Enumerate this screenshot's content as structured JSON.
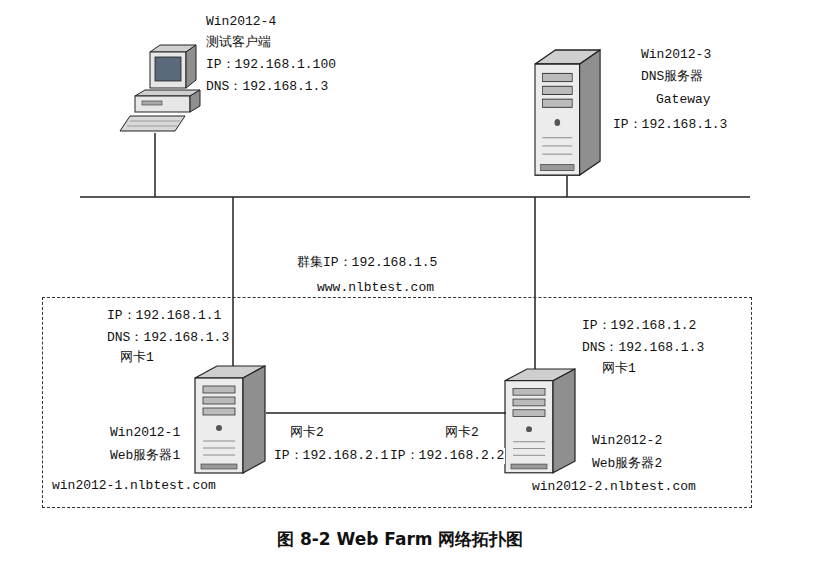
{
  "diagram": {
    "caption": "图 8-2 Web Farm 网络拓扑图",
    "nodes": [
      {
        "text": [
          "Win2012-4",
          "测试客户端",
          "IP：192.168.1.100",
          "DNS：192.168.1.3"
        ]
      },
      {
        "text": [
          "Win2012-3",
          "DNS服务器",
          "Gateway",
          "IP：192.168.1.3"
        ]
      },
      {
        "text": [
          "群集IP：192.168.1.5",
          "www.nlbtest.com"
        ]
      },
      {
        "text": [
          "IP：192.168.1.1",
          "DNS：192.168.1.3",
          "网卡1",
          "Win2012-1",
          "Web服务器1",
          "win2012-1.nlbtest.com",
          "网卡2",
          "IP：192.168.2.1"
        ],
        "in": 2
      },
      {
        "text": [
          "IP：192.168.1.2",
          "DNS：192.168.1.3",
          "网卡1",
          "Win2012-2",
          "Web服务器2",
          "win2012-2.nlbtest.com",
          "网卡2",
          "IP：192.168.2.2"
        ],
        "in": 2
      }
    ],
    "edges": [
      {
        "from": 3,
        "to": 4,
        "arrow": "none"
      }
    ]
  }
}
